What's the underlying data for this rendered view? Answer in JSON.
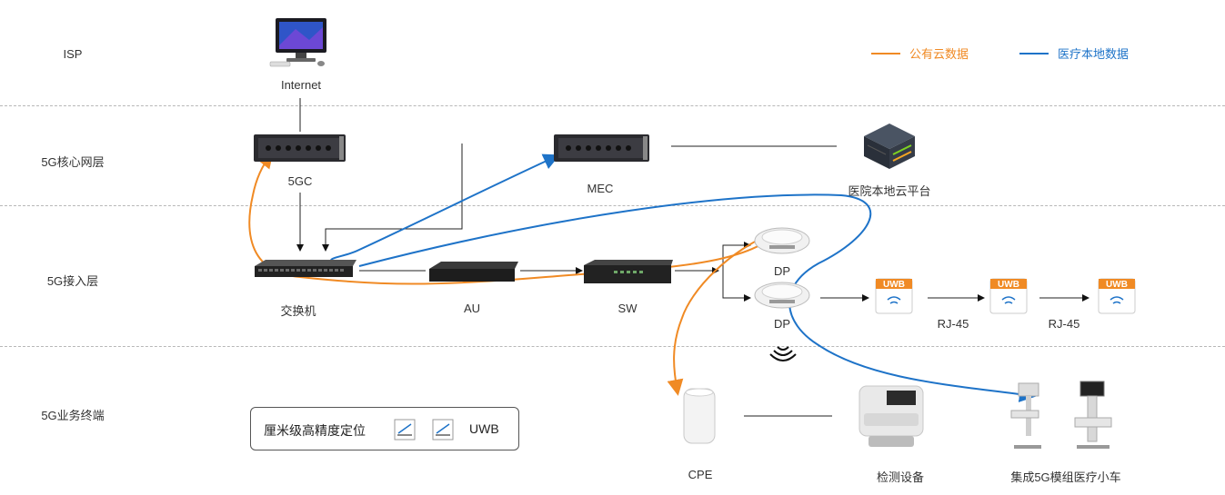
{
  "layers": [
    {
      "id": "isp",
      "label": "ISP"
    },
    {
      "id": "core",
      "label": "5G核心网层"
    },
    {
      "id": "access",
      "label": "5G接入层"
    },
    {
      "id": "terminal",
      "label": "5G业务终端"
    }
  ],
  "nodes": {
    "internet": "Internet",
    "fivegc": "5GC",
    "mec": "MEC",
    "local_cloud": "医院本地云平台",
    "switch": "交换机",
    "au": "AU",
    "sw": "SW",
    "dp1": "DP",
    "dp2": "DP",
    "rj45_1": "RJ-45",
    "rj45_2": "RJ-45",
    "cpe": "CPE",
    "detector": "检测设备",
    "cart": "集成5G模组医疗小车"
  },
  "uwb_badge": "UWB",
  "legend": {
    "public": {
      "label": "公有云数据",
      "color": "#f08a24"
    },
    "medical": {
      "label": "医疗本地数据",
      "color": "#1e73c8"
    }
  },
  "positioning_box": {
    "title": "厘米级高精度定位",
    "tag": "UWB"
  }
}
